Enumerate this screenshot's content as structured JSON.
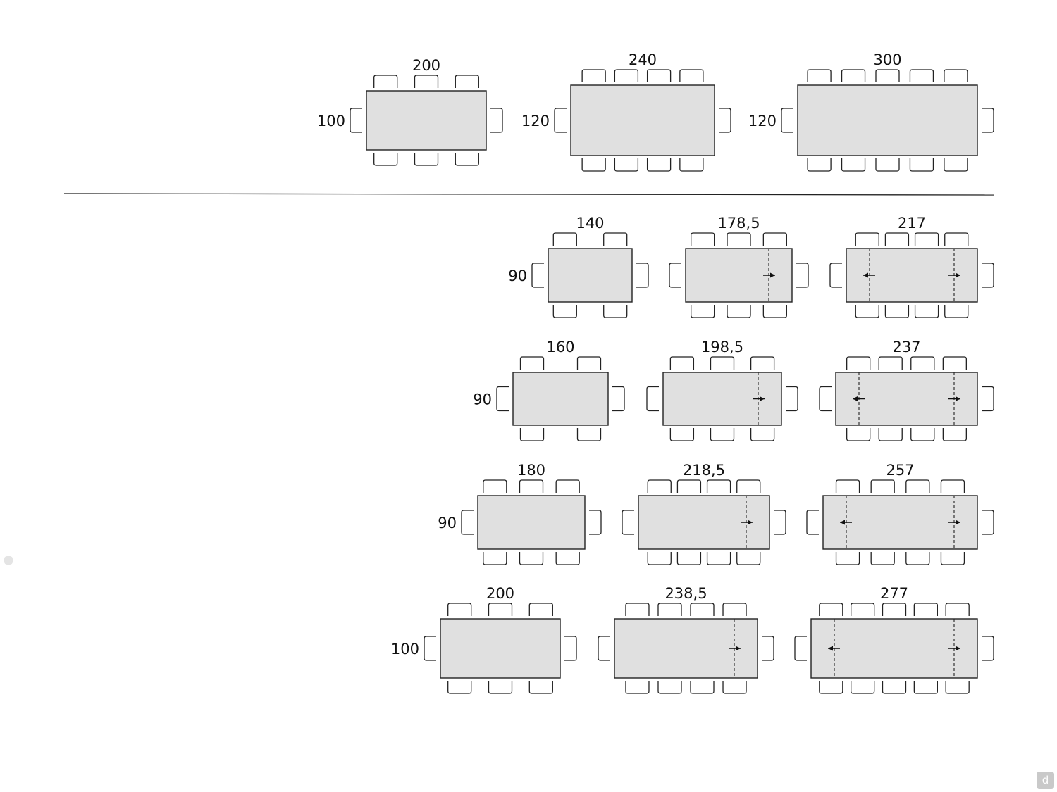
{
  "colors": {
    "table_fill": "#e0e0e0",
    "stroke": "#222222",
    "logo": "#c9c9c9"
  },
  "logo": {
    "text": "d"
  },
  "groups": [
    {
      "name": "fixed-tables",
      "tables": [
        {
          "length": "200",
          "width": "100",
          "show_width": true,
          "chairs_per_side": 3,
          "end_chairs": true,
          "extension": "none"
        },
        {
          "length": "240",
          "width": "120",
          "show_width": true,
          "chairs_per_side": 4,
          "end_chairs": true,
          "extension": "none"
        },
        {
          "length": "300",
          "width": "120",
          "show_width": true,
          "chairs_per_side": 5,
          "end_chairs": true,
          "extension": "none"
        }
      ]
    },
    {
      "name": "extendable-tables",
      "rows": [
        [
          {
            "length": "140",
            "width": "90",
            "show_width": true,
            "chairs_per_side": 2,
            "end_chairs": true,
            "extension": "none"
          },
          {
            "length": "178,5",
            "width": "90",
            "show_width": false,
            "chairs_per_side": 3,
            "end_chairs": true,
            "extension": "right"
          },
          {
            "length": "217",
            "width": "90",
            "show_width": false,
            "chairs_per_side": 4,
            "end_chairs": true,
            "extension": "both"
          }
        ],
        [
          {
            "length": "160",
            "width": "90",
            "show_width": true,
            "chairs_per_side": 2,
            "end_chairs": true,
            "extension": "none"
          },
          {
            "length": "198,5",
            "width": "90",
            "show_width": false,
            "chairs_per_side": 3,
            "end_chairs": true,
            "extension": "right"
          },
          {
            "length": "237",
            "width": "90",
            "show_width": false,
            "chairs_per_side": 4,
            "end_chairs": true,
            "extension": "both"
          }
        ],
        [
          {
            "length": "180",
            "width": "90",
            "show_width": true,
            "chairs_per_side": 3,
            "end_chairs": true,
            "extension": "none"
          },
          {
            "length": "218,5",
            "width": "90",
            "show_width": false,
            "chairs_per_side": 4,
            "end_chairs": true,
            "extension": "right"
          },
          {
            "length": "257",
            "width": "90",
            "show_width": false,
            "chairs_per_side": 4,
            "end_chairs": true,
            "extension": "both"
          }
        ],
        [
          {
            "length": "200",
            "width": "100",
            "show_width": true,
            "chairs_per_side": 3,
            "end_chairs": true,
            "extension": "none"
          },
          {
            "length": "238,5",
            "width": "100",
            "show_width": false,
            "chairs_per_side": 4,
            "end_chairs": true,
            "extension": "right"
          },
          {
            "length": "277",
            "width": "100",
            "show_width": false,
            "chairs_per_side": 5,
            "end_chairs": true,
            "extension": "both"
          }
        ]
      ]
    }
  ]
}
